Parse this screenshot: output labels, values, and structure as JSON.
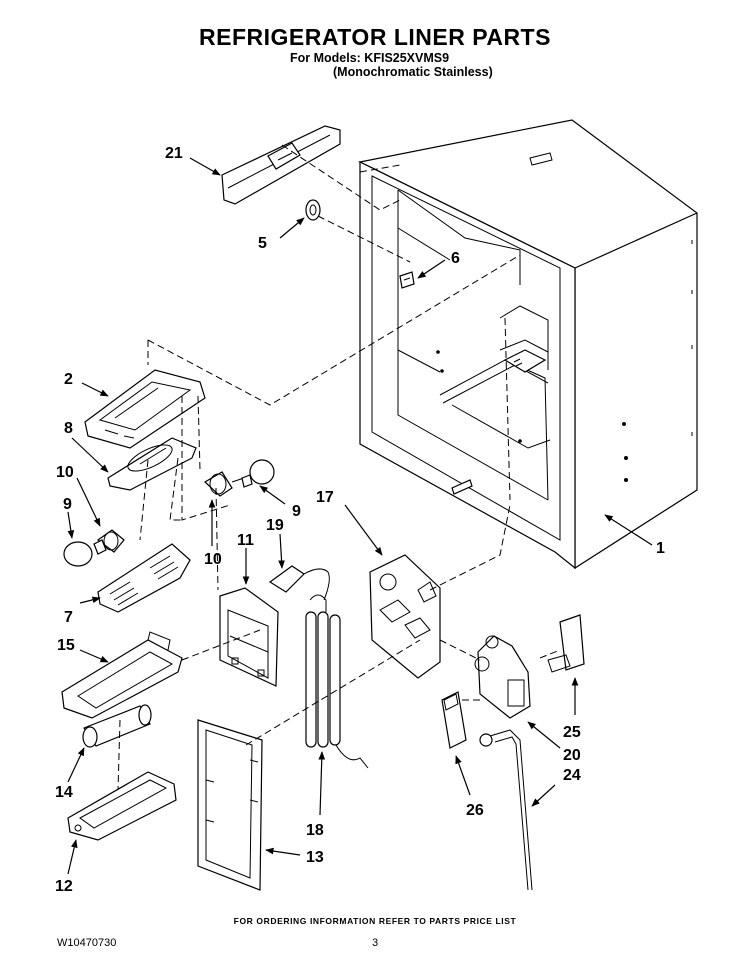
{
  "header": {
    "title": "REFRIGERATOR LINER PARTS",
    "models_line": "For Models: KFIS25XVMS9",
    "finish_line": "(Monochromatic Stainless)"
  },
  "callouts": {
    "c1": "1",
    "c2": "2",
    "c5": "5",
    "c6": "6",
    "c7": "7",
    "c8": "8",
    "c9a": "9",
    "c9b": "9",
    "c10a": "10",
    "c10b": "10",
    "c11": "11",
    "c12": "12",
    "c13": "13",
    "c14": "14",
    "c15": "15",
    "c17": "17",
    "c18": "18",
    "c19": "19",
    "c20": "20",
    "c21": "21",
    "c24": "24",
    "c25": "25",
    "c26": "26"
  },
  "footer": {
    "ordering_note": "FOR ORDERING INFORMATION REFER TO PARTS PRICE LIST",
    "document_number": "W10470730",
    "page_number": "3"
  }
}
